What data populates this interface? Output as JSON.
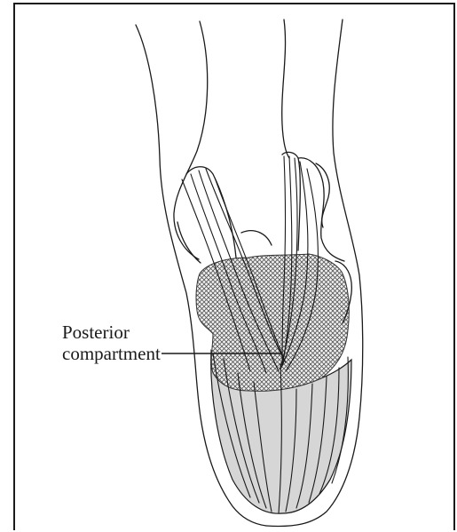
{
  "figure": {
    "labels": [
      {
        "id": "posterior-compartment",
        "lines": [
          "Posterior",
          "compartment"
        ]
      }
    ],
    "colors": {
      "frame": "#1a1a1a",
      "outline": "#1a1a1a",
      "shaded_region": "#d6d6d6",
      "crosshatch_pattern": "#555555",
      "background": "#ffffff"
    },
    "fills": {
      "hatched_region": "crosshatch",
      "lower_region": "solid-gray"
    }
  }
}
